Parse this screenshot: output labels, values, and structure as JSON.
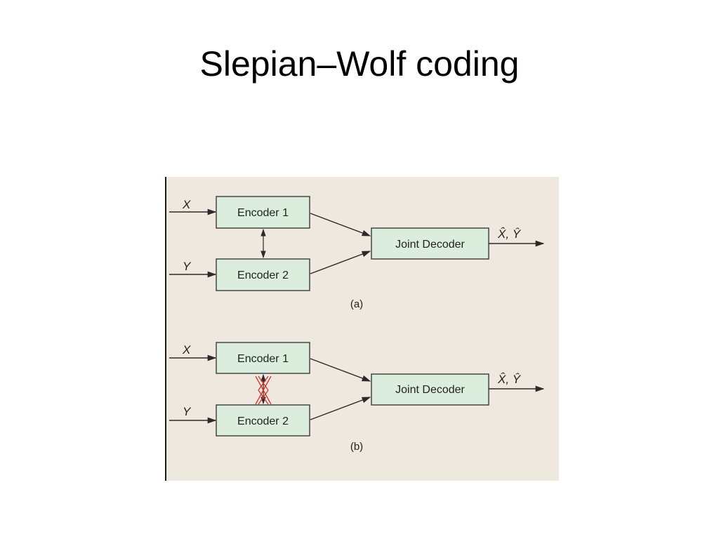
{
  "slide": {
    "title": "Slepian–Wolf coding"
  },
  "figure": {
    "colors": {
      "background": "#efe8df",
      "box_fill": "#dbeedd",
      "line": "#2a2a2a",
      "blocked_link": "#d9302a"
    },
    "panel_a": {
      "input_x": "X",
      "input_y": "Y",
      "encoder1": "Encoder 1",
      "encoder2": "Encoder 2",
      "decoder": "Joint Decoder",
      "output": "X̂, Ŷ",
      "caption": "(a)"
    },
    "panel_b": {
      "input_x": "X",
      "input_y": "Y",
      "encoder1": "Encoder 1",
      "encoder2": "Encoder 2",
      "decoder": "Joint Decoder",
      "output": "X̂, Ŷ",
      "caption": "(b)"
    }
  }
}
